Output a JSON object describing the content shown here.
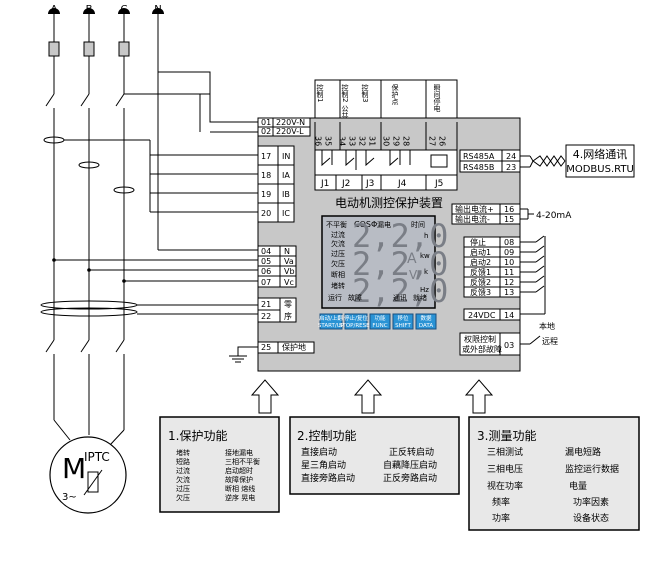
{
  "phases": [
    "A",
    "B",
    "C",
    "N"
  ],
  "motor": {
    "letter": "M",
    "code": "IPTC",
    "sub": "3~"
  },
  "device": {
    "title": "电动机测控保护装置",
    "top_terminals": [
      {
        "nums": [
          "36",
          "35"
        ],
        "label": "控制1"
      },
      {
        "nums": [
          "34",
          "33"
        ],
        "label": "控制2 公共端"
      },
      {
        "nums": [
          "32",
          "31"
        ],
        "label": "控制3"
      },
      {
        "nums": [
          "30",
          "29",
          "28"
        ],
        "label": "保护点"
      },
      {
        "nums": [
          "27",
          "26"
        ],
        "label": "瞬间停电"
      }
    ],
    "relays": [
      "J1",
      "J2",
      "J3",
      "J4",
      "J5"
    ],
    "left_terminals": [
      {
        "num": "01",
        "label": "220V-N"
      },
      {
        "num": "02",
        "label": "220V-L"
      },
      {
        "num": "17",
        "label": "IN"
      },
      {
        "num": "18",
        "label": "IA"
      },
      {
        "num": "19",
        "label": "IB"
      },
      {
        "num": "20",
        "label": "IC"
      },
      {
        "num": "04",
        "label": "N"
      },
      {
        "num": "05",
        "label": "Va"
      },
      {
        "num": "06",
        "label": "Vb"
      },
      {
        "num": "07",
        "label": "Vc"
      },
      {
        "num": "21",
        "label": "零"
      },
      {
        "num": "22",
        "label": "序"
      },
      {
        "num": "25",
        "label": "保护地"
      }
    ],
    "right_rs485": [
      {
        "label": "RS485A",
        "num": "24"
      },
      {
        "label": "RS485B",
        "num": "23"
      }
    ],
    "right_current": [
      {
        "label": "输出电流+",
        "num": "16"
      },
      {
        "label": "输出电流-",
        "num": "15"
      }
    ],
    "right_inputs": [
      {
        "label": "停止",
        "num": "08"
      },
      {
        "label": "启动1",
        "num": "09"
      },
      {
        "label": "启动2",
        "num": "10"
      },
      {
        "label": "反馈1",
        "num": "11"
      },
      {
        "label": "反馈2",
        "num": "12"
      },
      {
        "label": "反馈3",
        "num": "13"
      }
    ],
    "vdc": {
      "label": "24VDC",
      "num": "14"
    },
    "remote": {
      "line1": "权限控制",
      "line2": "或外部故障",
      "num": "03"
    },
    "lcd": {
      "left_labels": [
        "不平衡",
        "过流",
        "欠流",
        "过压",
        "欠压",
        "断相",
        "堵转",
        "运行"
      ],
      "top_labels": [
        "COSΦ",
        "漏电",
        "时间"
      ],
      "units": [
        "h",
        "kw",
        "A",
        "V",
        "k",
        "Hz"
      ],
      "digits": [
        "2,2,0",
        "2,2,0",
        "2,2,0"
      ],
      "bottom_labels": [
        "故障",
        "通讯",
        "就绪"
      ]
    },
    "buttons": [
      {
        "line1": "启动/上翻",
        "line2": "START/UP"
      },
      {
        "line1": "停止/复位",
        "line2": "STOP/RESET"
      },
      {
        "line1": "功能",
        "line2": "FUNC"
      },
      {
        "line1": "移位",
        "line2": "SHIFT"
      },
      {
        "line1": "数据",
        "line2": "DATA"
      }
    ]
  },
  "network": {
    "line1": "4.网络通讯",
    "line2": "MODBUS.RTU"
  },
  "current_output": "4-20mA",
  "local_label": "本地",
  "remote_label": "远程",
  "panels": {
    "protection": {
      "title": "1.保护功能",
      "rows": [
        [
          "堵转",
          "接地漏电"
        ],
        [
          "短路",
          "三相不平衡"
        ],
        [
          "过流",
          "启动超时"
        ],
        [
          "欠流",
          "故障保护"
        ],
        [
          "过压",
          "断相  熔线"
        ],
        [
          "欠压",
          "逆序  晃电"
        ]
      ]
    },
    "control": {
      "title": "2.控制功能",
      "rows": [
        [
          "直接启动",
          "正反转启动"
        ],
        [
          "星三角启动",
          "自藕降压启动"
        ],
        [
          "直接旁路启动",
          "正反旁路启动"
        ]
      ]
    },
    "measure": {
      "title": "3.测量功能",
      "rows": [
        [
          "三相测试",
          "漏电短路"
        ],
        [
          "三相电压",
          "监控运行数据"
        ],
        [
          "视在功率",
          "电量"
        ],
        [
          "频率",
          "功率因素"
        ],
        [
          "功率",
          "设备状态"
        ]
      ]
    }
  }
}
